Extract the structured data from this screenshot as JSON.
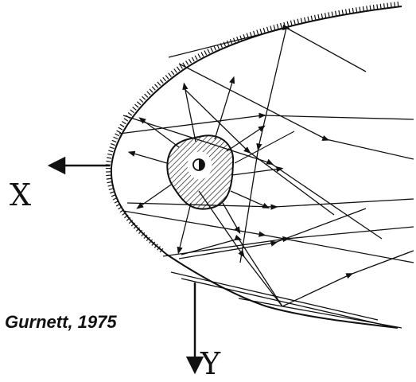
{
  "axes": {
    "x_label": "X",
    "y_label": "Y"
  },
  "caption": "Gurnett, 1975",
  "colors": {
    "ink": "#111111",
    "background": "#ffffff"
  }
}
